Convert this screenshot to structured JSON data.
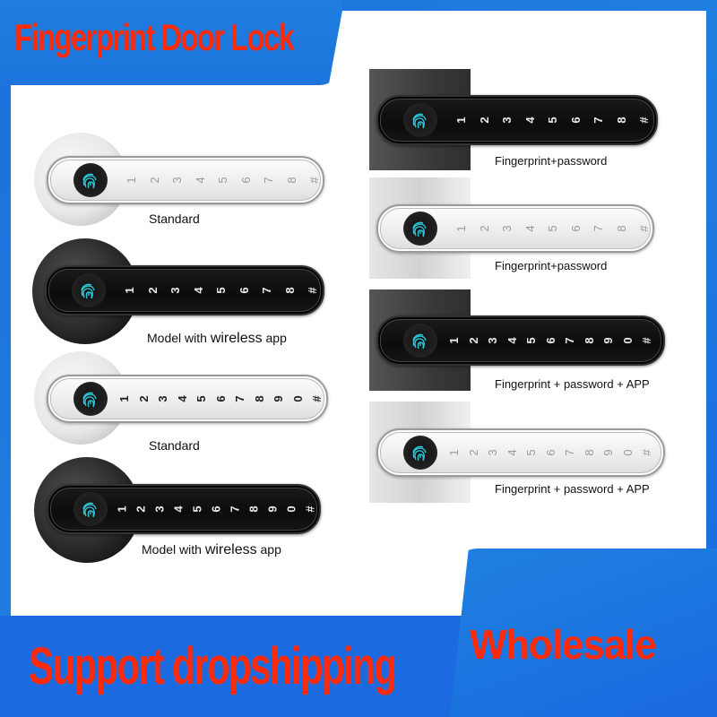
{
  "header": {
    "title": "Fingerprint Door Lock"
  },
  "footer": {
    "left_text": "Support dropshipping",
    "right_text": "Wholesale"
  },
  "colors": {
    "brand_blue": "#1c72de",
    "accent_red": "#ff2a0a",
    "panel": "#ffffff"
  },
  "left_column": [
    {
      "finish": "silver",
      "keys": [
        "1",
        "2",
        "3",
        "4",
        "5",
        "6",
        "7",
        "8",
        "#"
      ],
      "caption": "Standard"
    },
    {
      "finish": "black",
      "keys": [
        "1",
        "2",
        "3",
        "4",
        "5",
        "6",
        "7",
        "8",
        "#"
      ],
      "caption_parts": [
        "Model with ",
        "wireless",
        " app"
      ]
    },
    {
      "finish": "silver",
      "keys": [
        "1",
        "2",
        "3",
        "4",
        "5",
        "6",
        "7",
        "8",
        "9",
        "0",
        "#"
      ],
      "caption": "Standard"
    },
    {
      "finish": "black",
      "keys": [
        "1",
        "2",
        "3",
        "4",
        "5",
        "6",
        "7",
        "8",
        "9",
        "0",
        "#"
      ],
      "caption_parts": [
        "Model with ",
        "wireless",
        " app"
      ]
    }
  ],
  "right_column": [
    {
      "finish": "black",
      "keys": [
        "1",
        "2",
        "3",
        "4",
        "5",
        "6",
        "7",
        "8",
        "#"
      ],
      "caption": "Fingerprint+password"
    },
    {
      "finish": "silver",
      "keys": [
        "1",
        "2",
        "3",
        "4",
        "5",
        "6",
        "7",
        "8",
        "#"
      ],
      "caption": "Fingerprint+password"
    },
    {
      "finish": "black",
      "keys": [
        "1",
        "2",
        "3",
        "4",
        "5",
        "6",
        "7",
        "8",
        "9",
        "0",
        "#"
      ],
      "caption": "Fingerprint + password + APP"
    },
    {
      "finish": "silver",
      "keys": [
        "1",
        "2",
        "3",
        "4",
        "5",
        "6",
        "7",
        "8",
        "9",
        "0",
        "#"
      ],
      "caption": "Fingerprint + password + APP"
    }
  ],
  "icons": {
    "fingerprint": "fingerprint-icon"
  }
}
